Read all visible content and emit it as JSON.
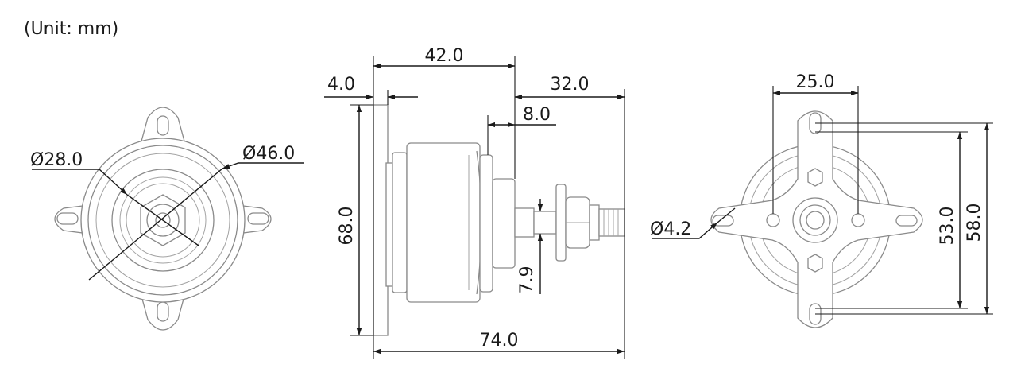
{
  "unit_label": "(Unit: mm)",
  "colors": {
    "dimension": "#1a1a1a",
    "part_outline": "#8a8a8a"
  },
  "front_view": {
    "inner_diameter": "Ø28.0",
    "outer_diameter": "Ø46.0"
  },
  "side_view": {
    "flange_thickness": "4.0",
    "body_length": "42.0",
    "shaft_length": "32.0",
    "shaft_step": "8.0",
    "mount_height": "68.0",
    "shaft_diameter": "7.9",
    "overall_length": "74.0"
  },
  "rear_view": {
    "hole_spacing": "25.0",
    "hole_diameter": "Ø4.2",
    "slot_spacing": "53.0",
    "mount_span": "58.0"
  }
}
